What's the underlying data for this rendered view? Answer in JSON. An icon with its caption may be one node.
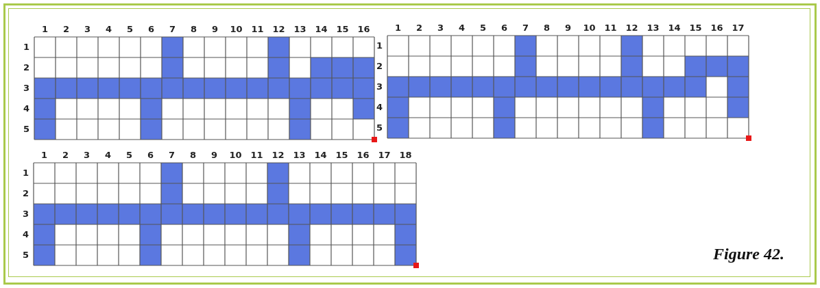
{
  "diagram": {
    "labels": [
      "1",
      "2",
      "3",
      "4",
      "5",
      "6",
      "7",
      "8",
      "9",
      "10",
      "11",
      "12",
      "13",
      "14",
      "15",
      "16",
      "1",
      "2",
      "3",
      "4",
      "5",
      "1",
      "2",
      "3",
      "4",
      "5",
      "6",
      "7",
      "8",
      "9",
      "10",
      "11",
      "12",
      "13",
      "14",
      "15",
      "16",
      "17",
      "1",
      "2",
      "3",
      "4",
      "5",
      "1",
      "2",
      "3",
      "4",
      "5",
      "6",
      "7",
      "8",
      "9",
      "10",
      "11",
      "12",
      "13",
      "14",
      "15",
      "16",
      "17",
      "18",
      "1",
      "2",
      "3",
      "4",
      "5",
      "Figure 42."
    ]
  }
}
